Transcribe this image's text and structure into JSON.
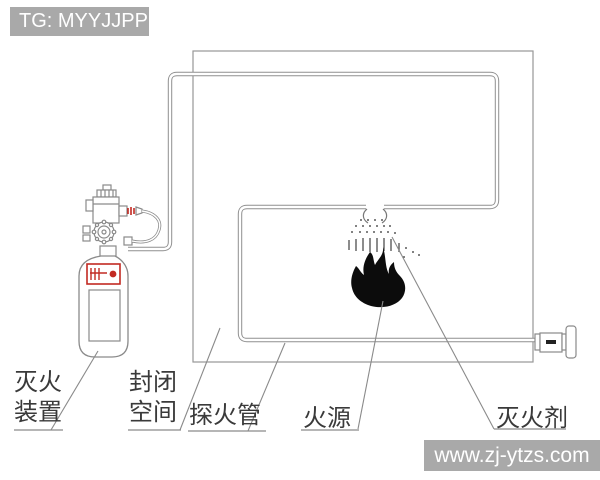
{
  "watermarks": {
    "top": "TG: MYYJJPP",
    "bottom": "www.zj-ytzs.com"
  },
  "labels": {
    "device_line1": "灭火",
    "device_line2": "装置",
    "space_line1": "封闭",
    "space_line2": "空间",
    "tube": "探火管",
    "fire": "火源",
    "agent": "灭火剂"
  },
  "figure": {
    "parts": [
      "extinguisher-cylinder",
      "cylinder-valve-actuator",
      "pressure-loop-tube",
      "enclosure-outline",
      "fire-detection-tube",
      "tube-rupture-nozzle",
      "agent-spray-pattern",
      "flame",
      "end-of-line-fitting"
    ]
  },
  "colors": {
    "line_gray": "#8f8f8f",
    "badge_bg": "#a9a9a9",
    "badge_text": "#ffffff",
    "label_text": "#3a3a3a",
    "accent_red": "#c22a22",
    "flame_black": "#0c0c0c"
  }
}
